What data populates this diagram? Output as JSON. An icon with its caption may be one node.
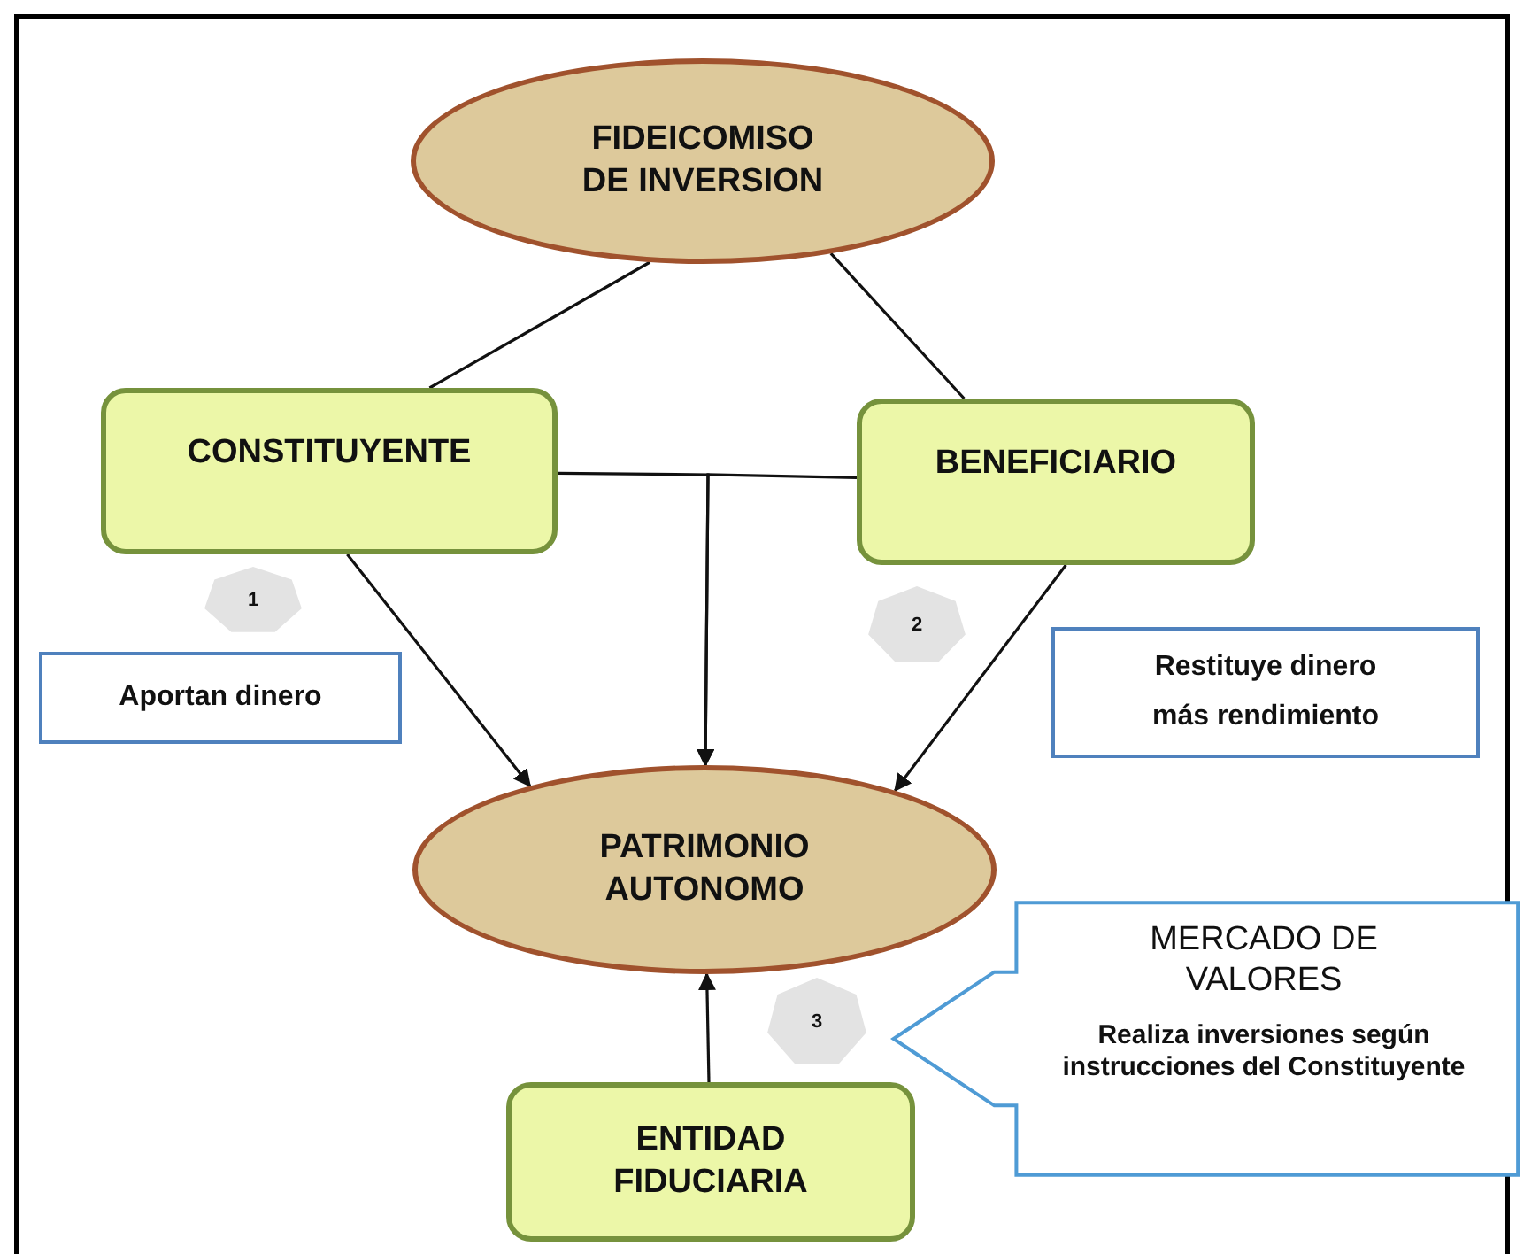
{
  "diagram": {
    "nodes": [
      {
        "text": [
          "FIDEICOMISO DE INVERSION"
        ]
      },
      {
        "text": [
          "CONSTITUYENTE"
        ]
      },
      {
        "text": [
          "BENEFICIARIO"
        ]
      },
      {
        "text": [
          "1"
        ]
      },
      {
        "text": [
          "Aportan dinero"
        ]
      },
      {
        "text": [
          "2"
        ]
      },
      {
        "text": [
          "Restituye dinero",
          "más rendimiento"
        ]
      },
      {
        "text": [
          "PATRIMONIO AUTONOMO"
        ]
      },
      {
        "text": [
          "3"
        ]
      },
      {
        "text": [
          "MERCADO DE VALORES",
          "Realiza inversiones según instrucciones del Constituyente"
        ]
      },
      {
        "text": [
          "ENTIDAD FIDUCIARIA"
        ]
      }
    ],
    "edges": [
      {
        "from": 0,
        "to": 1,
        "arrow": "none"
      },
      {
        "from": 0,
        "to": 2,
        "arrow": "none"
      },
      {
        "from": 1,
        "to": 7,
        "arrow": "to"
      },
      {
        "from": 2,
        "to": 7,
        "arrow": "to"
      },
      {
        "from": 1,
        "to": 7,
        "arrow": "to"
      },
      {
        "from": 2,
        "to": 7,
        "arrow": "to"
      },
      {
        "from": 10,
        "to": 7,
        "arrow": "to"
      }
    ]
  }
}
